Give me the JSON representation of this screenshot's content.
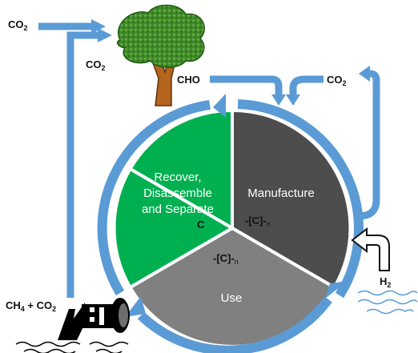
{
  "labels": {
    "co2_top_left": "CO",
    "co2_mid_left": "CO",
    "cho": "CHO",
    "co2_right": "CO",
    "sub_2": "2",
    "ch4": "CH",
    "sub_4": "4",
    "plus_co2": " + CO",
    "h2": "H",
    "c_green": "C",
    "c_manufacture": "-[C]-",
    "c_use": "-[C]-",
    "sub_n": "n"
  },
  "segments": {
    "recover_line1": "Recover,",
    "recover_line2": "Disassemble",
    "recover_line3": "and Separate",
    "manufacture": "Manufacture",
    "use": "Use"
  },
  "colors": {
    "arrow_blue": "#5b9bd5",
    "recover_green": "#00b050",
    "manufacture_dark": "#4d4d4d",
    "use_gray": "#808080",
    "tree_green": "#3f8a2c",
    "trunk_brown": "#b5651d",
    "water_blue": "#5b9bd5"
  },
  "icons": [
    "tree-icon",
    "smokestack-icon",
    "h2-arrow-icon",
    "water-waves-icon"
  ]
}
